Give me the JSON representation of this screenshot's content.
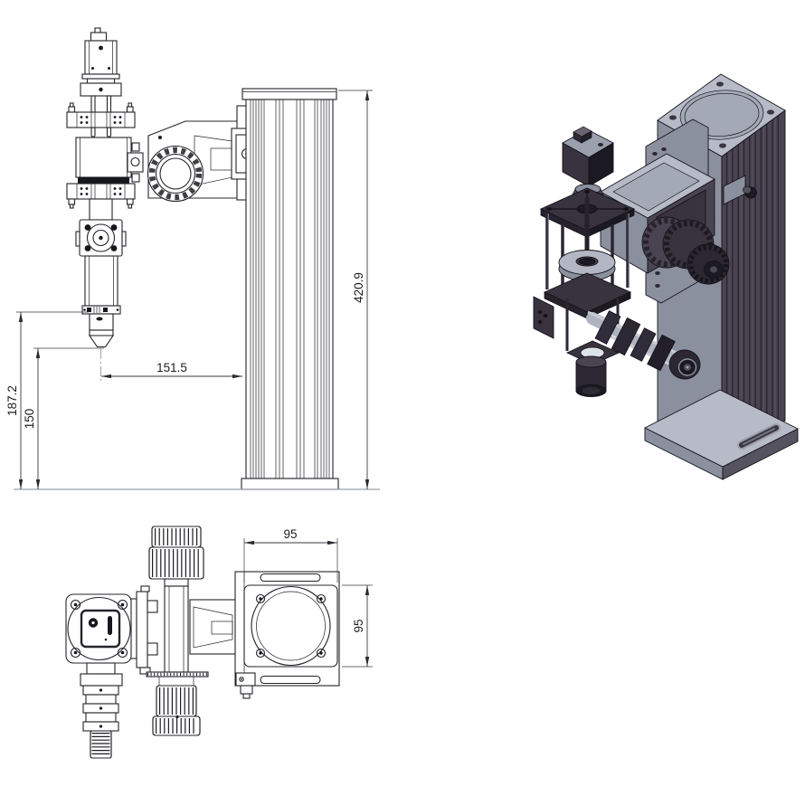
{
  "drawing_dimensions": {
    "front_view": {
      "column_height": "420.9",
      "nozzle_axis_to_column_face": "151.5",
      "mount_face_to_base": "187.2",
      "nozzle_tip_to_base": "150"
    },
    "top_view": {
      "column_width": "95",
      "column_depth": "95"
    }
  },
  "palette": {
    "background": "#ffffff",
    "line_art": "#24242a",
    "ground_line": "#9aa0a6",
    "dimension_text": "#1c1c1c",
    "iso_light_gray": "#b6bbc7",
    "iso_mid_gray": "#8b909e",
    "iso_dark_violet_gray": "#4a4452",
    "iso_darkest": "#1b1921"
  }
}
